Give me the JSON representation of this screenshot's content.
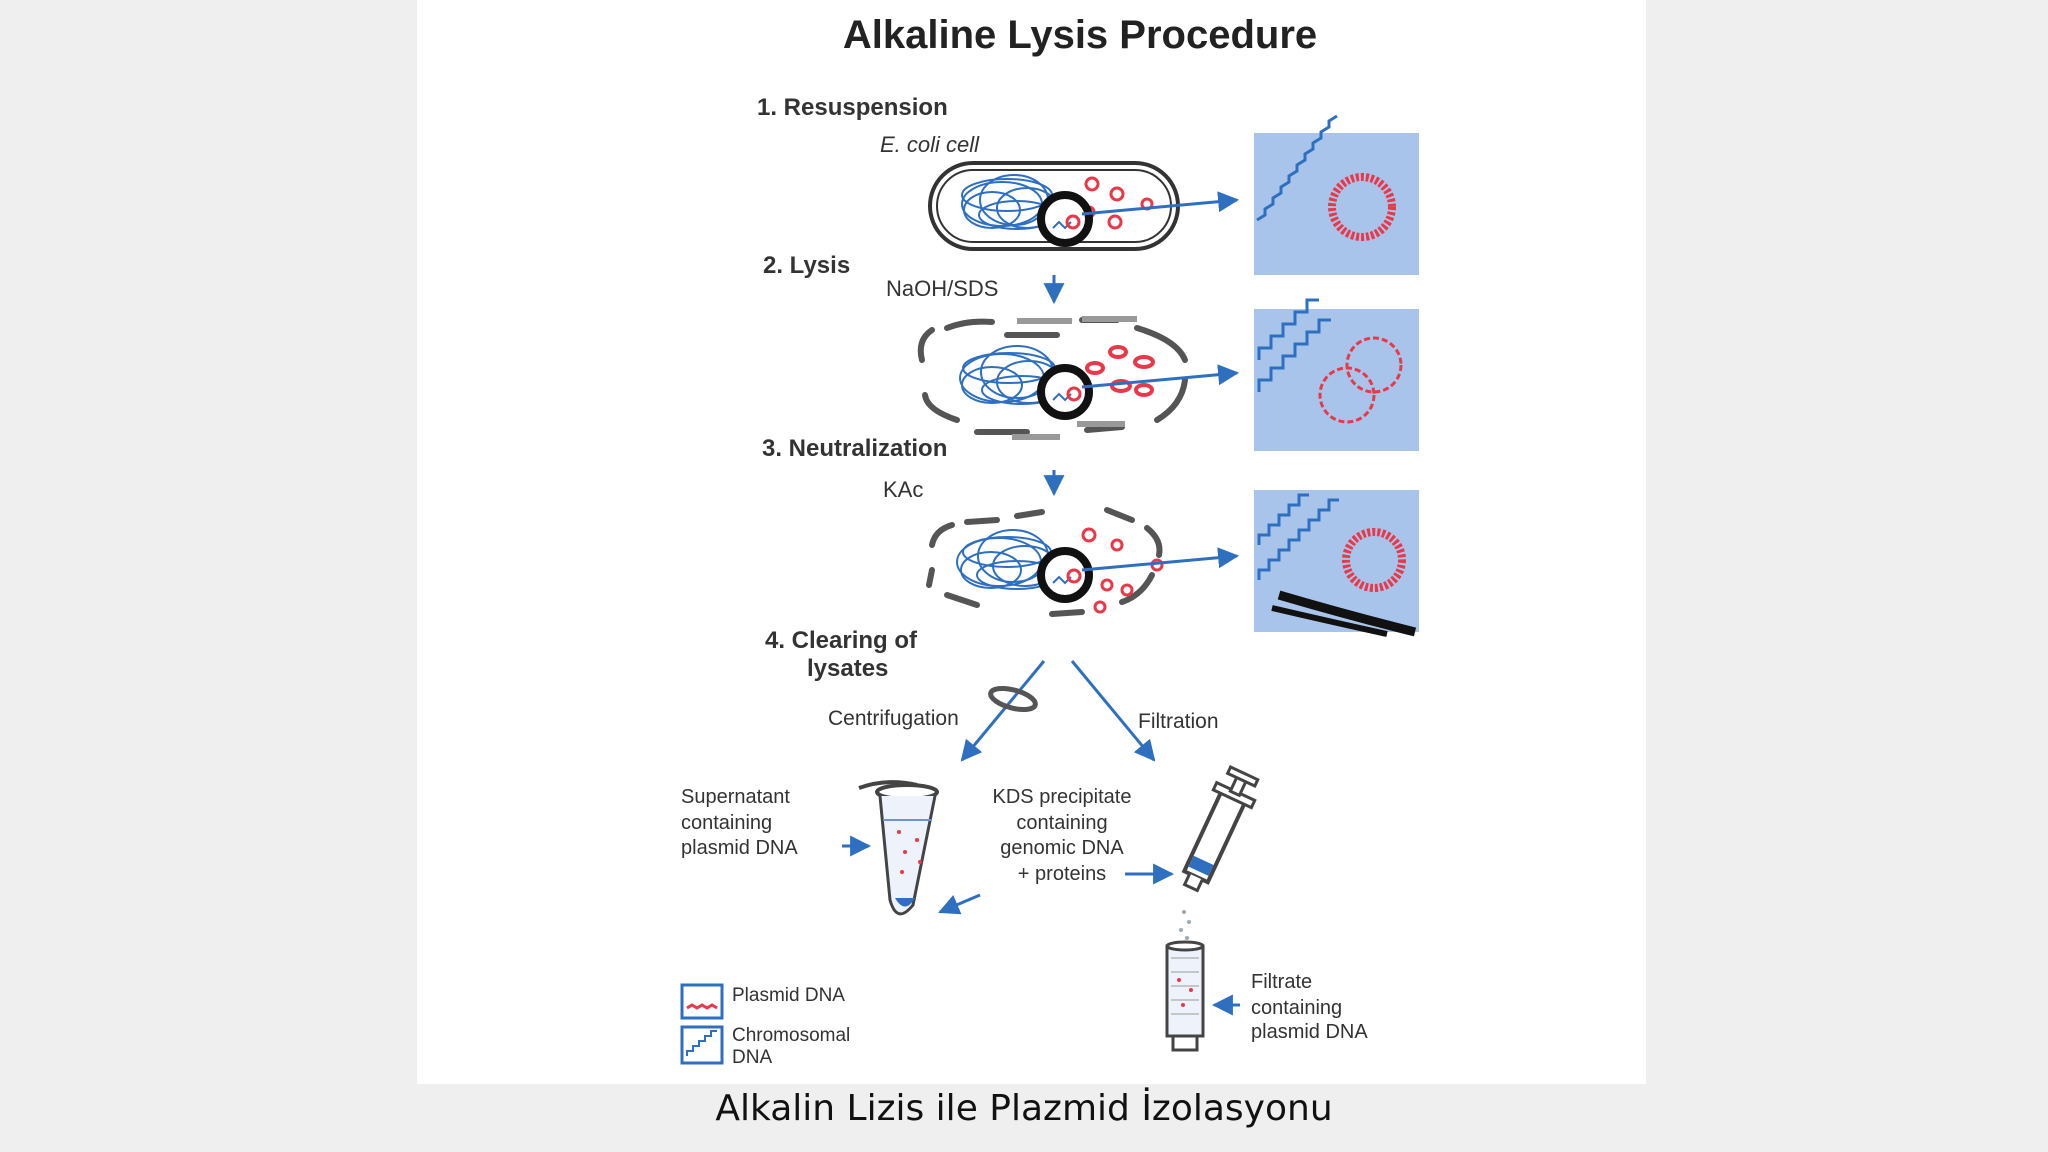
{
  "diagram": {
    "title": "Alkaline Lysis Procedure",
    "steps": {
      "resuspension": "1. Resuspension",
      "lysis": "2. Lysis",
      "neutralization": "3. Neutralization",
      "clearing_line1": "4. Clearing of",
      "clearing_line2": "lysates"
    },
    "labels": {
      "ecoli": "E. coli cell",
      "naoh": "NaOH/SDS",
      "kac": "KAc",
      "centrifugation": "Centrifugation",
      "filtration": "Filtration",
      "supernatant": [
        "Supernatant",
        "containing",
        "plasmid DNA"
      ],
      "kds": [
        "KDS precipitate",
        "containing",
        "genomic DNA",
        "+ proteins"
      ],
      "filtrate": [
        "Filtrate",
        "containing",
        "plasmid DNA"
      ]
    },
    "legend": {
      "plasmid": "Plasmid DNA",
      "chromosomal_line1": "Chromosomal",
      "chromosomal_line2": "DNA"
    },
    "colors": {
      "dna_blue": "#2f6fc0",
      "plasmid_red": "#e8384a",
      "zoom_panel": "#a9c4ea",
      "debris_gray": "#7a7a7a"
    }
  },
  "caption": "Alkalin Lizis ile Plazmid İzolasyonu"
}
